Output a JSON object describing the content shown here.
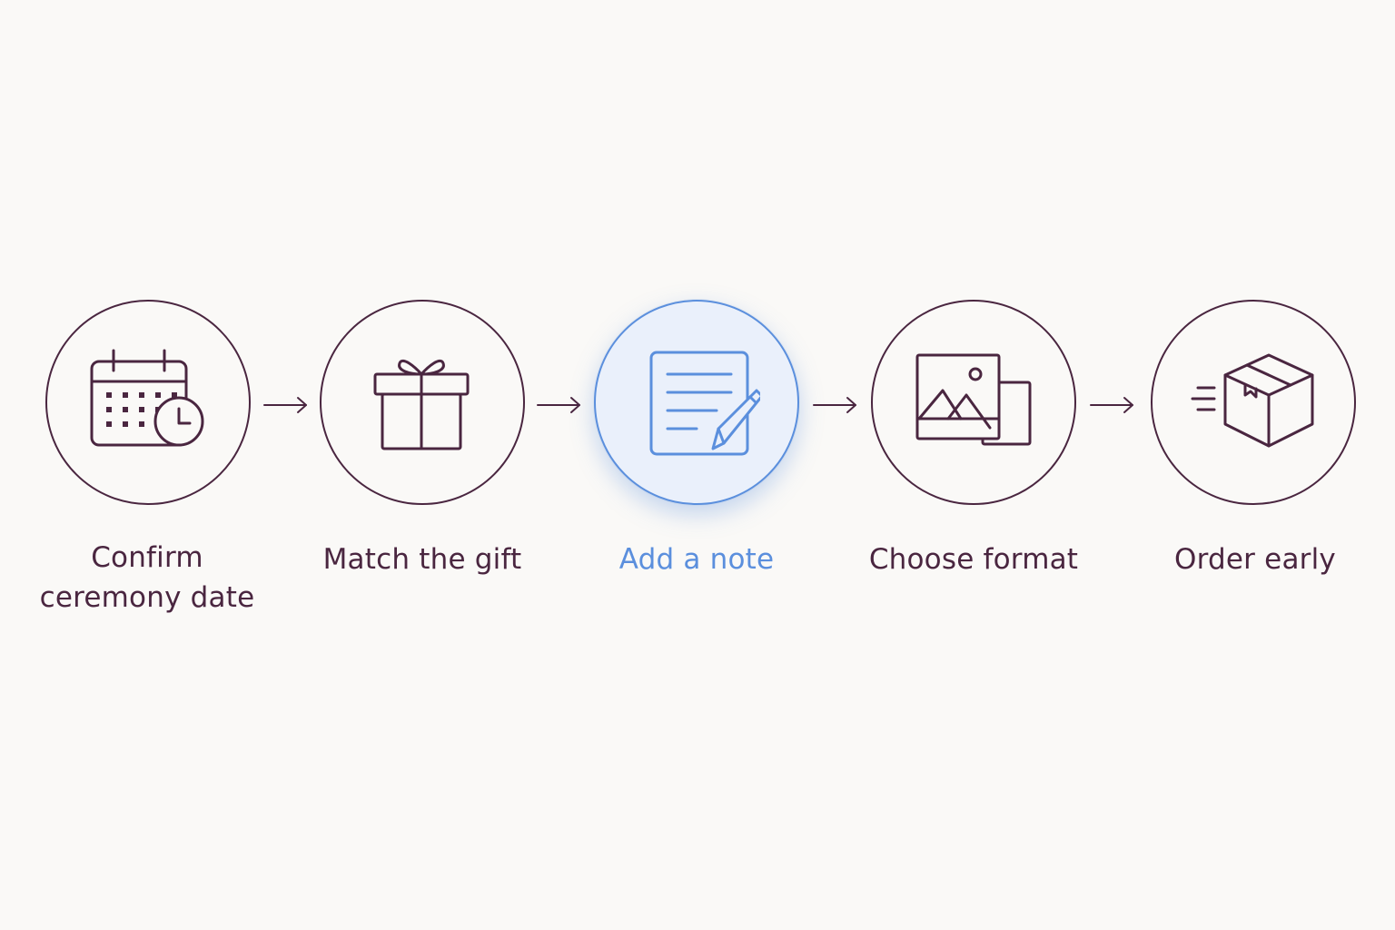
{
  "steps": [
    {
      "id": "confirm",
      "label_lines": [
        "Confirm",
        "ceremony date"
      ],
      "icon": "calendar-clock-icon",
      "active": false
    },
    {
      "id": "match",
      "label_lines": [
        "Match the gift"
      ],
      "icon": "gift-icon",
      "active": false
    },
    {
      "id": "note",
      "label_lines": [
        "Add a note"
      ],
      "icon": "note-pencil-icon",
      "active": true
    },
    {
      "id": "format",
      "label_lines": [
        "Choose format"
      ],
      "icon": "image-frames-icon",
      "active": false
    },
    {
      "id": "order",
      "label_lines": [
        "Order early"
      ],
      "icon": "fast-package-icon",
      "active": false
    }
  ],
  "colors": {
    "background": "#faf9f7",
    "primary": "#4a2640",
    "accent": "#5b8fdd",
    "accent_fill": "#eaf0fb"
  }
}
